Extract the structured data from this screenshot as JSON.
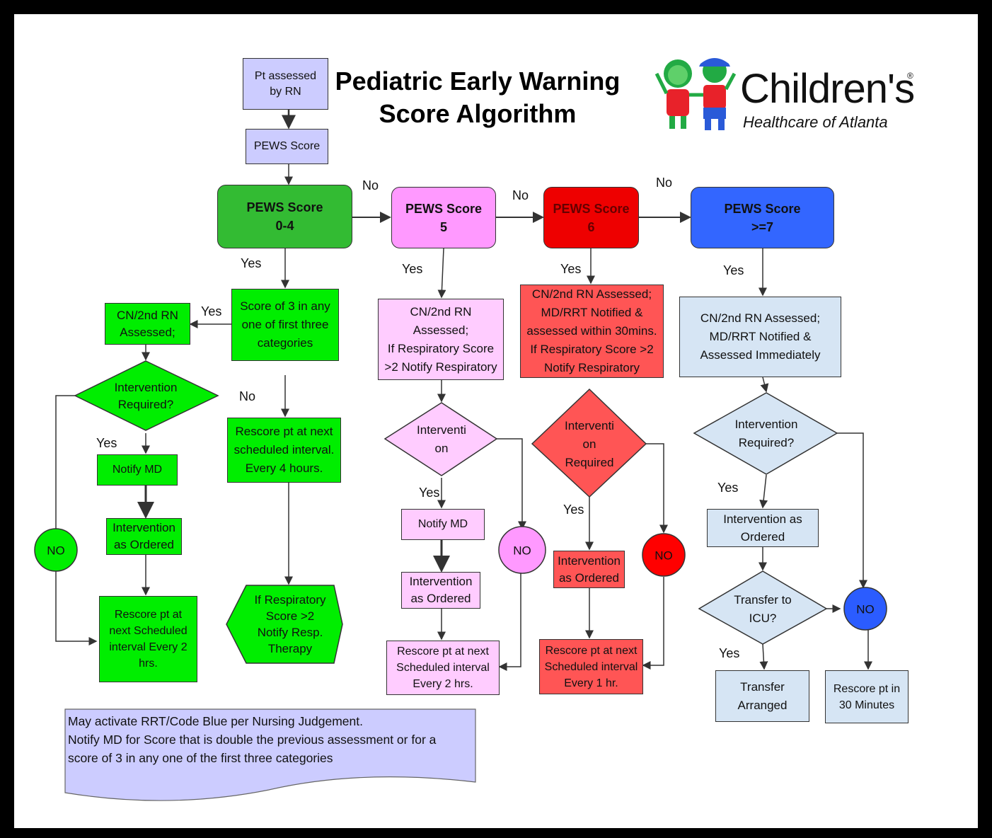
{
  "title": "Pediatric Early Warning\nScore Algorithm",
  "logo": {
    "brand": "Children's",
    "reg": "®",
    "sub": "Healthcare of Atlanta"
  },
  "colors": {
    "lavender": "#ccccff",
    "green_dark": "#33bb33",
    "green": "#00ee00",
    "pink": "#ff99ff",
    "pink_light": "#ffccff",
    "red": "#ff0000",
    "red_light": "#ff5555",
    "blue": "#3366ff",
    "blue_light": "#d6e5f4"
  },
  "top": {
    "assessed": "Pt assessed\nby RN",
    "pews": "PEWS Score"
  },
  "headers": {
    "s04": "PEWS Score\n0-4",
    "s5": "PEWS Score\n5",
    "s6": "PEWS Score\n6",
    "s7": "PEWS Score\n>=7"
  },
  "col04": {
    "score3": "Score of 3 in any\none of first three\ncategories",
    "cn": "CN/2nd RN\nAssessed;",
    "intervention_q": "Intervention\nRequired?",
    "notify": "Notify MD",
    "ordered": "Intervention\nas Ordered",
    "rescore2": "Rescore pt at\nnext Scheduled\ninterval Every 2\nhrs.",
    "rescore4": "Rescore pt at next\nscheduled interval.\nEvery 4 hours.",
    "resp": "If Respiratory\nScore >2\nNotify Resp.\nTherapy",
    "no": "NO"
  },
  "col5": {
    "cn": "CN/2nd RN\nAssessed;\nIf Respiratory Score\n>2 Notify Respiratory",
    "intervention_q": "Interventi\non",
    "notify": "Notify MD",
    "ordered": "Intervention\nas Ordered",
    "rescore": "Rescore pt at next\nScheduled interval\nEvery 2 hrs.",
    "no": "NO"
  },
  "col6": {
    "cn": "CN/2nd RN Assessed;\nMD/RRT Notified &\nassessed within 30mins.\nIf Respiratory Score >2\nNotify Respiratory",
    "intervention_q": "Interventi\non\nRequired",
    "ordered": "Intervention\nas Ordered",
    "rescore": "Rescore pt at next\nScheduled interval\nEvery 1 hr.",
    "no": "NO"
  },
  "col7": {
    "cn": "CN/2nd RN Assessed;\nMD/RRT Notified &\nAssessed Immediately",
    "intervention_q": "Intervention\nRequired?",
    "ordered": "Intervention as\nOrdered",
    "transfer_q": "Transfer to\nICU?",
    "transfer": "Transfer\nArranged",
    "rescore": "Rescore pt in\n30 Minutes",
    "no": "NO"
  },
  "labels": {
    "yes": "Yes",
    "no": "No"
  },
  "note": "May activate RRT/Code Blue per Nursing Judgement.\nNotify MD for Score that is double the previous assessment or for a\nscore of 3 in any one of the first three categories"
}
